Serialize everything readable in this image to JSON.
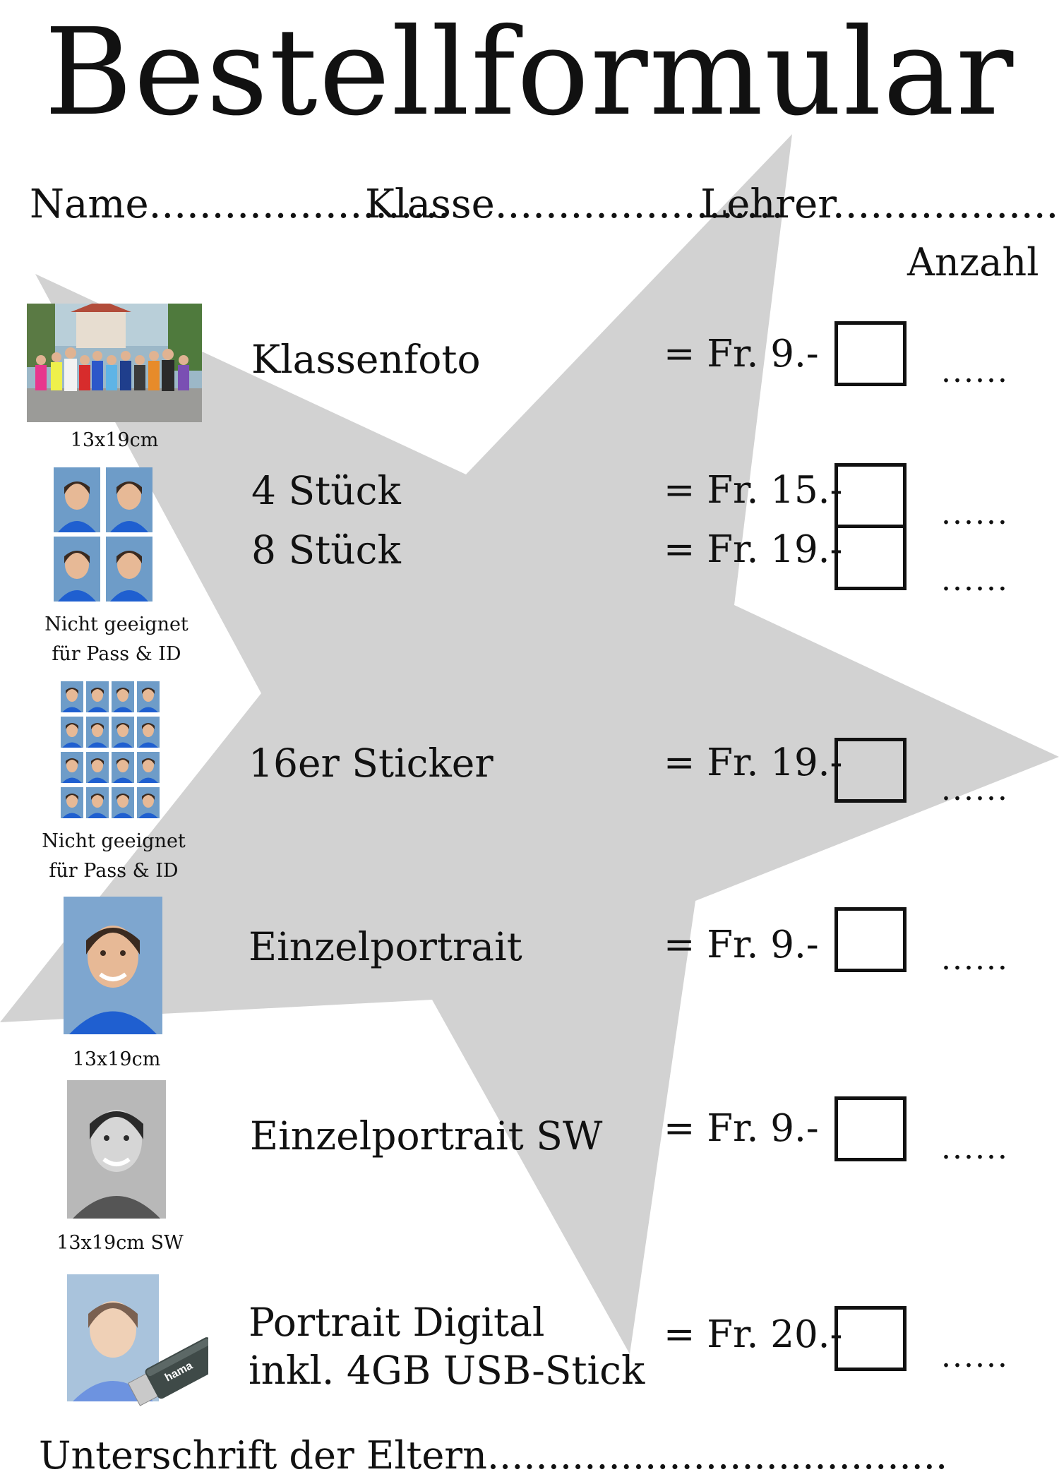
{
  "title": "Bestellformular",
  "header": {
    "name": "Name........................",
    "klasse": "Klasse.......................",
    "lehrer": "Lehrer......................"
  },
  "anzahl_label": "Anzahl",
  "items": [
    {
      "label": "Klassenfoto",
      "price": "= Fr. 9.-",
      "caption": "13x19cm",
      "dots": "......"
    },
    {
      "label": "4 Stück",
      "price": "= Fr. 15.-",
      "dots": "......"
    },
    {
      "label": "8 Stück",
      "price": "= Fr. 19.-",
      "caption": "Nicht geeignet für Pass & ID",
      "dots": "......"
    },
    {
      "label": "16er Sticker",
      "price": "= Fr. 19.-",
      "caption": "Nicht geeignet für Pass & ID",
      "dots": "......"
    },
    {
      "label": "Einzelportrait",
      "price": "= Fr. 9.-",
      "caption": "13x19cm",
      "dots": "......"
    },
    {
      "label": "Einzelportrait SW",
      "price": "= Fr. 9.-",
      "caption": "13x19cm SW",
      "dots": "......"
    },
    {
      "label_line1": "Portrait Digital",
      "label_line2": "inkl. 4GB USB-Stick",
      "price": "= Fr. 20.-",
      "usb_brand": "hama",
      "dots": "......"
    }
  ],
  "signature": "Unterschrift der Eltern......................................",
  "colors": {
    "star": "#d2d2d2",
    "photo_bg": "#5f8fc0",
    "shirt": "#1f5fd0"
  }
}
